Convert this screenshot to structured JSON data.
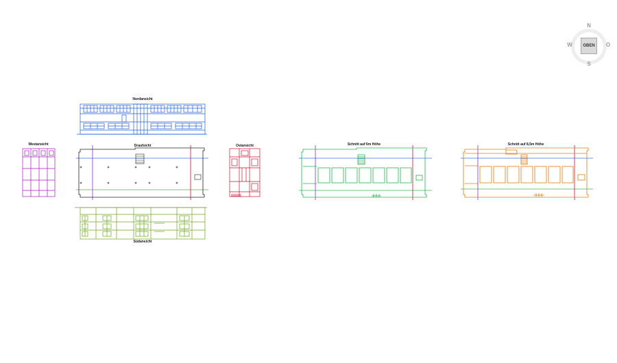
{
  "drawings": {
    "nordansicht": "Nordansicht",
    "westansicht": "Westansicht",
    "draufsicht": "Draufsicht",
    "ostansicht": "Ostansicht",
    "schnitt_6m": "Schnitt auf 6m Höhe",
    "schnitt_85m": "Schnitt auf 8,5m Höhe",
    "suedansicht": "Südansicht"
  },
  "viewcube": {
    "face": "OBEN",
    "north": "N",
    "south": "S",
    "west": "W",
    "east": "O"
  },
  "colors": {
    "nord": "#1f5fd6",
    "west": "#a21ab8",
    "drauf": "#222222",
    "ost": "#c8102e",
    "schnitt6": "#22b14c",
    "schnitt85": "#e07b10",
    "sued": "#6ea51a",
    "axis_blue": "#3a6fe0",
    "axis_red": "#c8102e",
    "axis_green": "#4caf50",
    "axis_purple": "#8a2be2"
  }
}
